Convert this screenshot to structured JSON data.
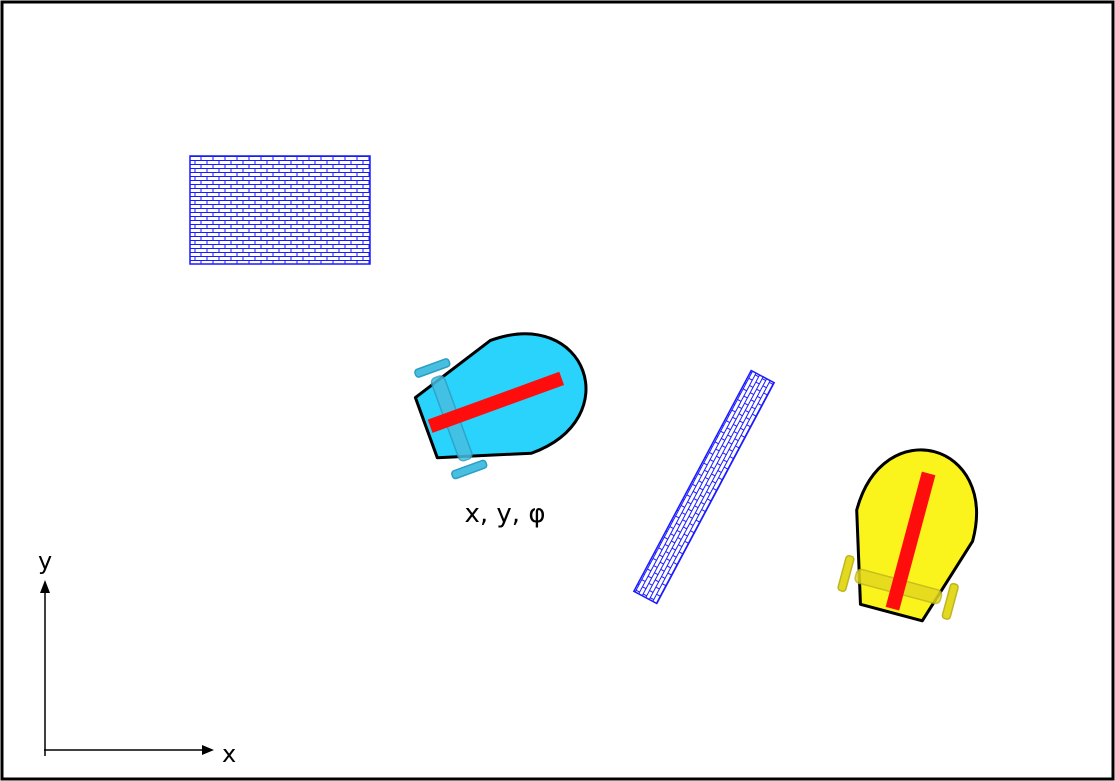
{
  "labels": {
    "robot_pose": "x, y, φ",
    "axis_x": "x",
    "axis_y": "y"
  },
  "colors": {
    "frame": "#000000",
    "obstacle_stroke": "#1a1aff",
    "robot_primary_body": "#29d3fb",
    "robot_secondary_body": "#fbf31c",
    "robot_stripe": "#ff0d0d",
    "robot_outline": "#000000",
    "axes": "#000000"
  },
  "icons": {
    "obstacle_fill": "brick-pattern",
    "robot": "differential-drive-robot-top-view"
  }
}
